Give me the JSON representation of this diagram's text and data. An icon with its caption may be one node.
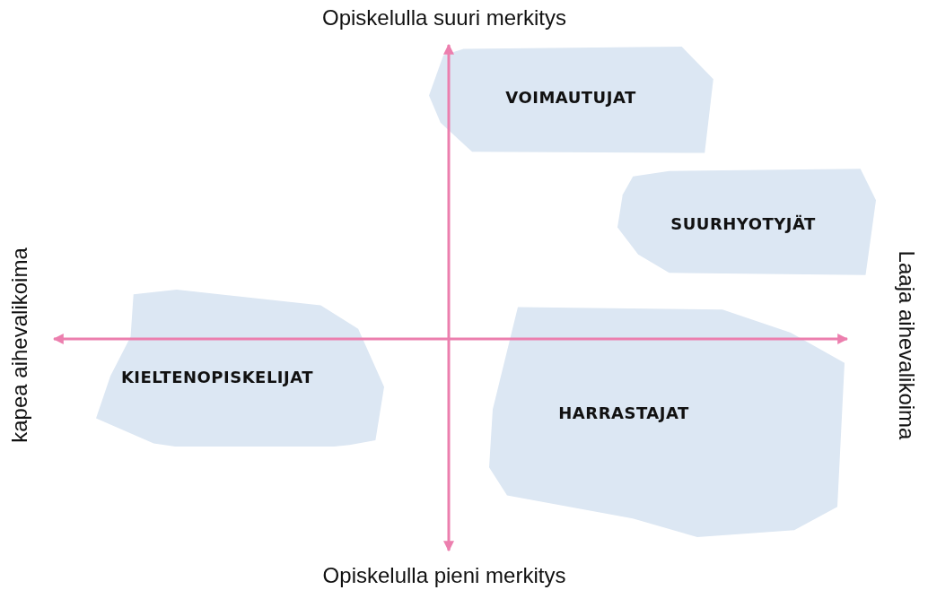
{
  "diagram": {
    "nodes": [
      {
        "text": [
          "VOIMAUTUJAT"
        ]
      },
      {
        "text": [
          "SUURHYOTYJÄT"
        ]
      },
      {
        "text": [
          "KIELTENOPISKELIJAT"
        ]
      },
      {
        "text": [
          "HARRASTAJAT"
        ]
      }
    ],
    "labels": [
      "Opiskelulla suuri merkitys",
      "kapea aihevalikoima",
      "Laaja aihevalikoima",
      "Opiskelulla pieni merkitys"
    ]
  }
}
